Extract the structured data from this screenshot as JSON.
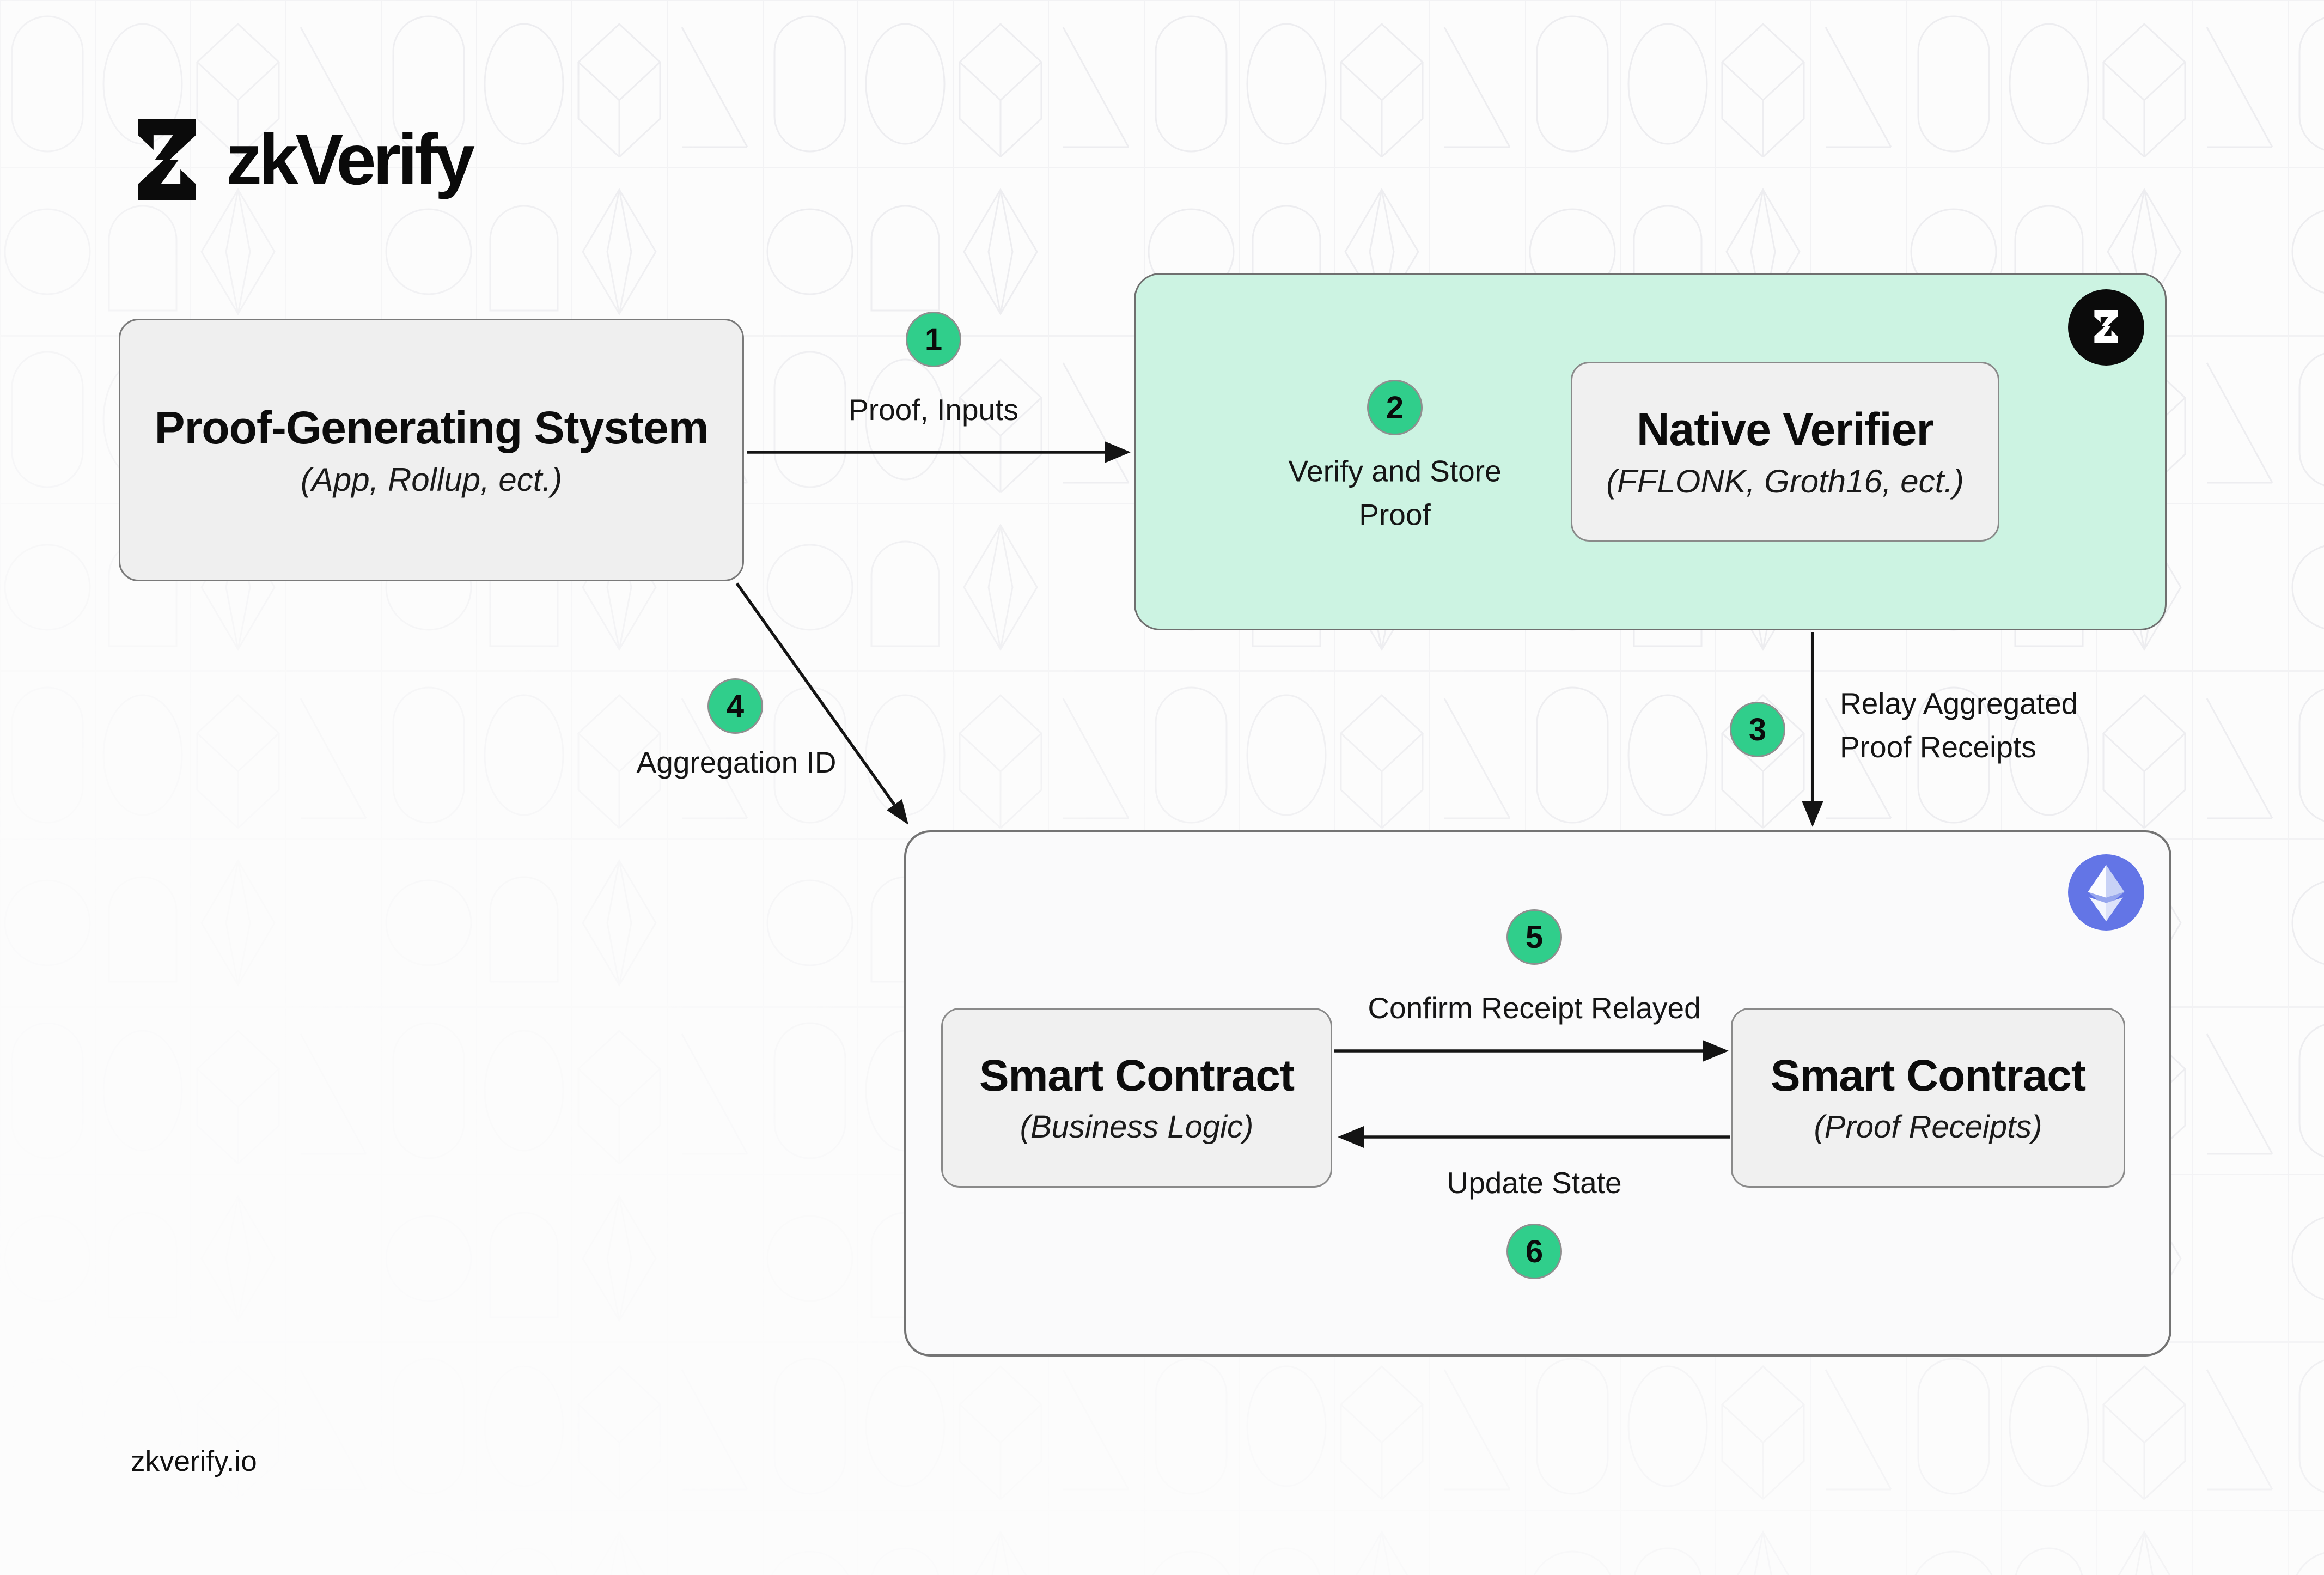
{
  "brand": {
    "name": "zkVerify"
  },
  "page": {
    "footer_link": "zkverify.io"
  },
  "colors": {
    "accent_green": "#30CE8B",
    "mint_panel": "#CCF3E2",
    "ethereum_blue": "#6375E6",
    "panel_gray": "#EFEFEF",
    "border_gray": "#7A7A7A",
    "ink": "#111111",
    "pattern_line": "#EDEDF0"
  },
  "icons": {
    "logo": "zkverify-hourglass",
    "zkverify_badge": "zkverify-hourglass-in-black-circle",
    "ethereum_badge": "ethereum-diamond-in-blue-circle"
  },
  "nodes": {
    "proof_generating_system": {
      "title": "Proof-Generating Stystem",
      "subtitle": "(App, Rollup, ect.)"
    },
    "zkverify_chain": {
      "native_verifier": {
        "title": "Native Verifier",
        "subtitle": "(FFLONK, Groth16, ect.)"
      }
    },
    "ethereum_chain": {
      "smart_contract_business": {
        "title": "Smart Contract",
        "subtitle": "(Business Logic)"
      },
      "smart_contract_receipts": {
        "title": "Smart Contract",
        "subtitle": "(Proof Receipts)"
      }
    }
  },
  "steps": [
    {
      "number": "1",
      "label": "Proof, Inputs"
    },
    {
      "number": "2",
      "label": "Verify and Store\nProof"
    },
    {
      "number": "3",
      "label": "Relay Aggregated\nProof Receipts"
    },
    {
      "number": "4",
      "label": "Aggregation ID"
    },
    {
      "number": "5",
      "label": "Confirm Receipt Relayed"
    },
    {
      "number": "6",
      "label": "Update State"
    }
  ]
}
